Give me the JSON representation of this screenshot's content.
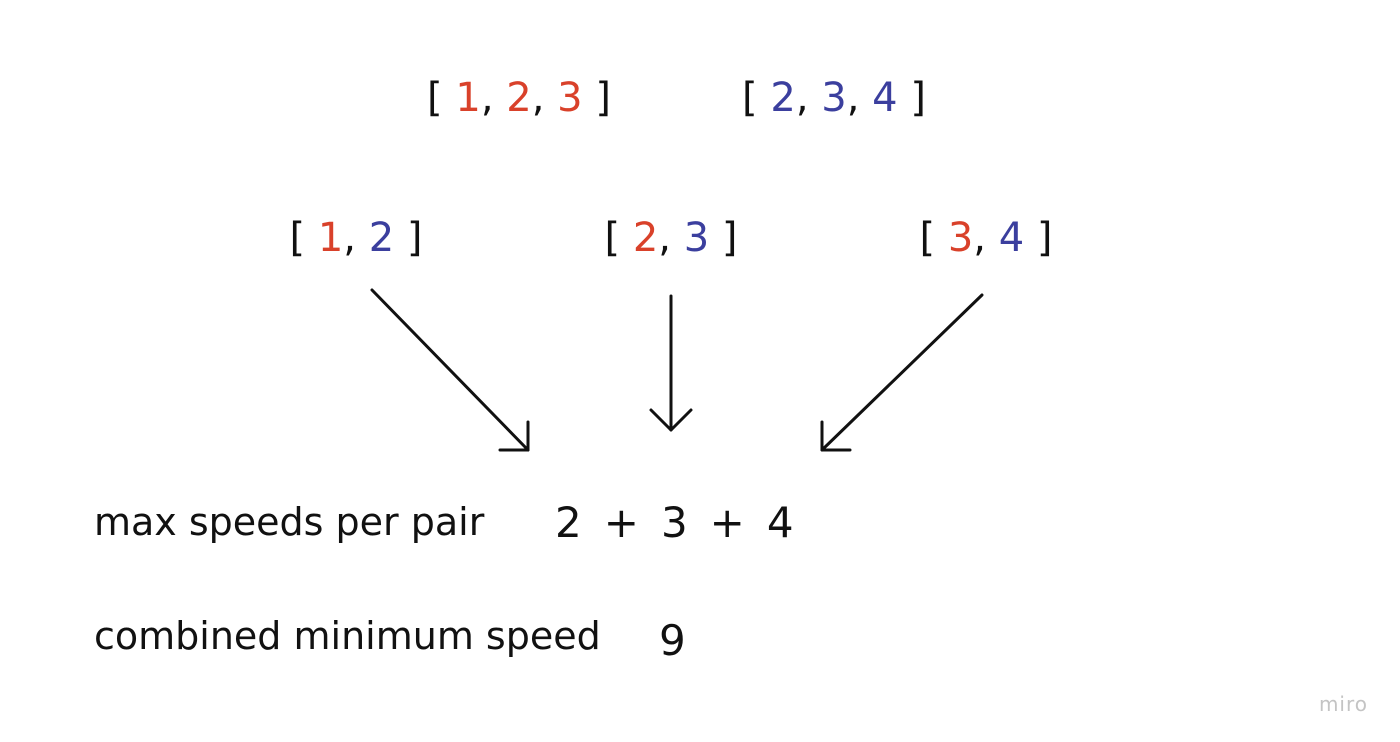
{
  "colors": {
    "first_array": "#d9412a",
    "second_array": "#3b3f9e",
    "text": "#111111",
    "brand": "#c4c4c4"
  },
  "arrays": {
    "first": [
      "1",
      "2",
      "3"
    ],
    "second": [
      "2",
      "3",
      "4"
    ]
  },
  "pairs": [
    [
      "1",
      "2"
    ],
    [
      "2",
      "3"
    ],
    [
      "3",
      "4"
    ]
  ],
  "max_speeds": {
    "label": "max speeds per pair",
    "values": [
      "2",
      "3",
      "4"
    ],
    "operator": "+"
  },
  "combined": {
    "label": "combined minimum speed",
    "value": "9"
  },
  "brand": "miro"
}
